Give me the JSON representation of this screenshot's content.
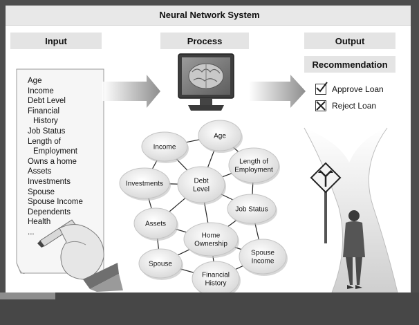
{
  "title": "Neural Network System",
  "columns": {
    "input": "Input",
    "process": "Process",
    "output": "Output"
  },
  "input_items": [
    {
      "text": "Age",
      "indent": false
    },
    {
      "text": "Income",
      "indent": false
    },
    {
      "text": "Debt Level",
      "indent": false
    },
    {
      "text": "Financial",
      "indent": false
    },
    {
      "text": "History",
      "indent": true
    },
    {
      "text": "Job Status",
      "indent": false
    },
    {
      "text": "Length of",
      "indent": false
    },
    {
      "text": "Employment",
      "indent": true
    },
    {
      "text": "Owns a home",
      "indent": false
    },
    {
      "text": "Assets",
      "indent": false
    },
    {
      "text": "Investments",
      "indent": false
    },
    {
      "text": "Spouse",
      "indent": false
    },
    {
      "text": "Spouse Income",
      "indent": false
    },
    {
      "text": "Dependents",
      "indent": false
    },
    {
      "text": "Health",
      "indent": false
    },
    {
      "text": "...",
      "indent": false
    }
  ],
  "output": {
    "recommendation_label": "Recommendation",
    "options": [
      {
        "label": "Approve Loan",
        "mark": "check"
      },
      {
        "label": "Reject Loan",
        "mark": "cross"
      }
    ]
  },
  "network": {
    "nodes": [
      {
        "id": "age",
        "lines": [
          "Age"
        ]
      },
      {
        "id": "income",
        "lines": [
          "Income"
        ]
      },
      {
        "id": "length",
        "lines": [
          "Length of",
          "Employment"
        ]
      },
      {
        "id": "investments",
        "lines": [
          "Investments"
        ]
      },
      {
        "id": "debt",
        "lines": [
          "Debt",
          "Level"
        ]
      },
      {
        "id": "assets",
        "lines": [
          "Assets"
        ]
      },
      {
        "id": "job",
        "lines": [
          "Job Status"
        ]
      },
      {
        "id": "home",
        "lines": [
          "Home",
          "Ownership"
        ]
      },
      {
        "id": "spouse",
        "lines": [
          "Spouse"
        ]
      },
      {
        "id": "spouseincome",
        "lines": [
          "Spouse",
          "Income"
        ]
      },
      {
        "id": "financial",
        "lines": [
          "Financial",
          "History"
        ]
      }
    ],
    "edges": [
      [
        "age",
        "income"
      ],
      [
        "age",
        "debt"
      ],
      [
        "age",
        "length"
      ],
      [
        "income",
        "investments"
      ],
      [
        "income",
        "debt"
      ],
      [
        "length",
        "debt"
      ],
      [
        "length",
        "job"
      ],
      [
        "investments",
        "debt"
      ],
      [
        "investments",
        "assets"
      ],
      [
        "debt",
        "assets"
      ],
      [
        "debt",
        "job"
      ],
      [
        "debt",
        "home"
      ],
      [
        "assets",
        "home"
      ],
      [
        "assets",
        "spouse"
      ],
      [
        "job",
        "home"
      ],
      [
        "job",
        "spouseincome"
      ],
      [
        "home",
        "spouse"
      ],
      [
        "home",
        "financial"
      ],
      [
        "home",
        "spouseincome"
      ],
      [
        "spouse",
        "financial"
      ],
      [
        "financial",
        "spouseincome"
      ]
    ]
  },
  "icons": {
    "brain_monitor": "brain-monitor-icon",
    "hand_pen": "hand-pen-icon",
    "road_sign": "road-fork-sign-icon",
    "person": "person-icon",
    "check": "check-icon",
    "cross": "cross-icon"
  }
}
